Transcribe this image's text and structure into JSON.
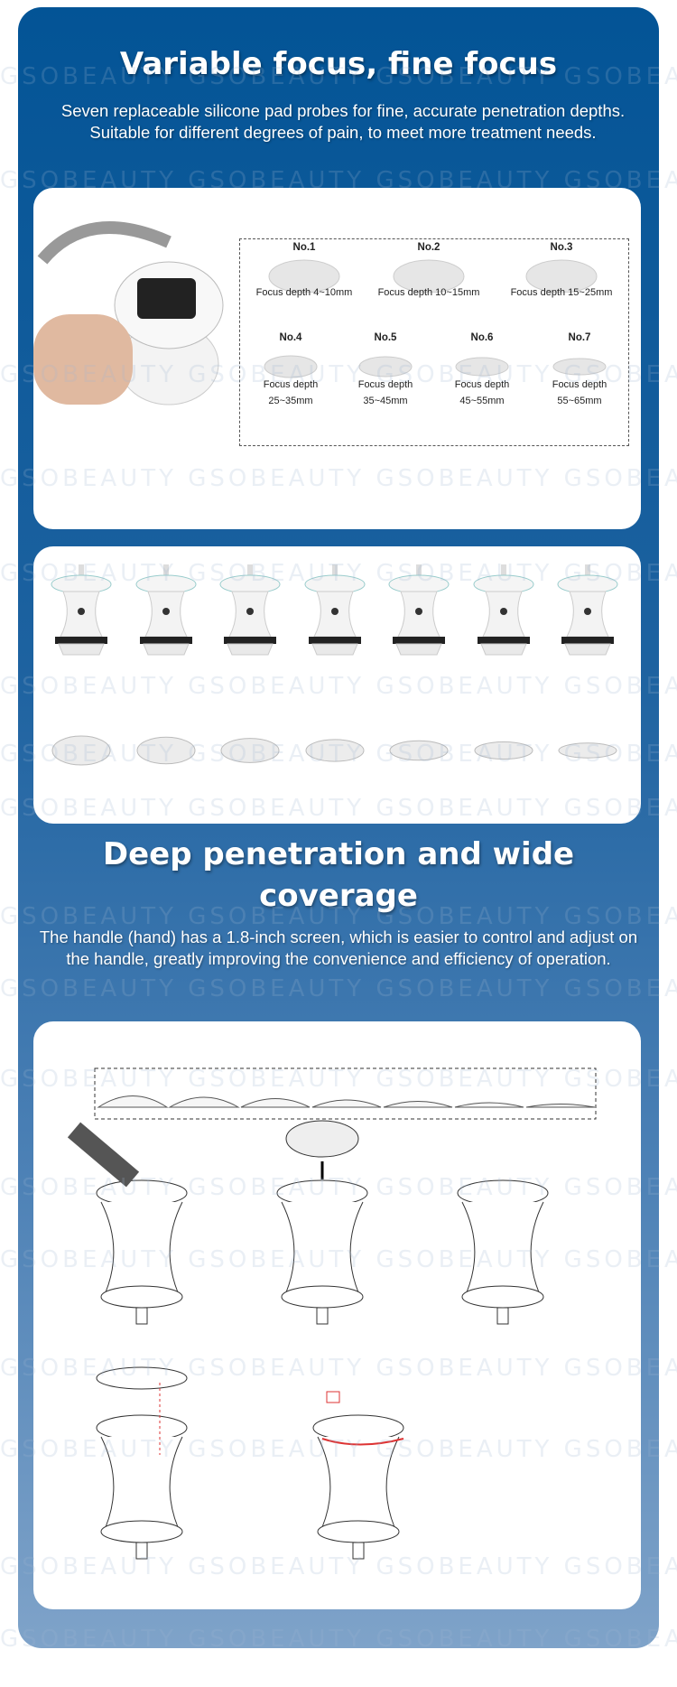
{
  "section1": {
    "title": "Variable focus, fine focus",
    "description": "Seven replaceable silicone pad probes for fine, accurate penetration depths. Suitable for different degrees of pain, to meet more treatment needs."
  },
  "probes": [
    {
      "no": "No.1",
      "depth": "Focus depth 4~10mm"
    },
    {
      "no": "No.2",
      "depth": "Focus depth 10~15mm"
    },
    {
      "no": "No.3",
      "depth": "Focus depth 15~25mm"
    },
    {
      "no": "No.4",
      "depth_label": "Focus depth",
      "depth": "25~35mm"
    },
    {
      "no": "No.5",
      "depth_label": "Focus depth",
      "depth": "35~45mm"
    },
    {
      "no": "No.6",
      "depth_label": "Focus depth",
      "depth": "45~55mm"
    },
    {
      "no": "No.7",
      "depth_label": "Focus depth",
      "depth": "55~65mm"
    }
  ],
  "section2": {
    "title": "Deep penetration and wide coverage",
    "description": "The handle (hand) has a 1.8-inch screen, which is easier to control and adjust on the handle, greatly improving the convenience and efficiency of operation."
  },
  "watermark": "GSOBEAUTY",
  "colors": {
    "top": "#035496",
    "bottom": "#7fa3c9"
  }
}
